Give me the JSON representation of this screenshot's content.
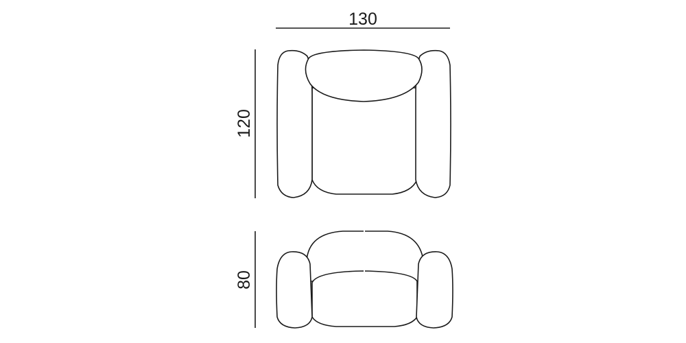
{
  "drawing": {
    "subject": "armchair",
    "colors": {
      "line": "#1a1a1a",
      "background": "#ffffff"
    },
    "unit_hint": "cm",
    "dimensions": {
      "width": {
        "label": "130",
        "value": 130
      },
      "depth": {
        "label": "120",
        "value": 120
      },
      "height": {
        "label": "80",
        "value": 80
      }
    },
    "views": [
      {
        "name": "top-view",
        "dimension_labels": [
          "130",
          "120"
        ]
      },
      {
        "name": "front-view",
        "dimension_labels": [
          "80"
        ]
      }
    ]
  }
}
